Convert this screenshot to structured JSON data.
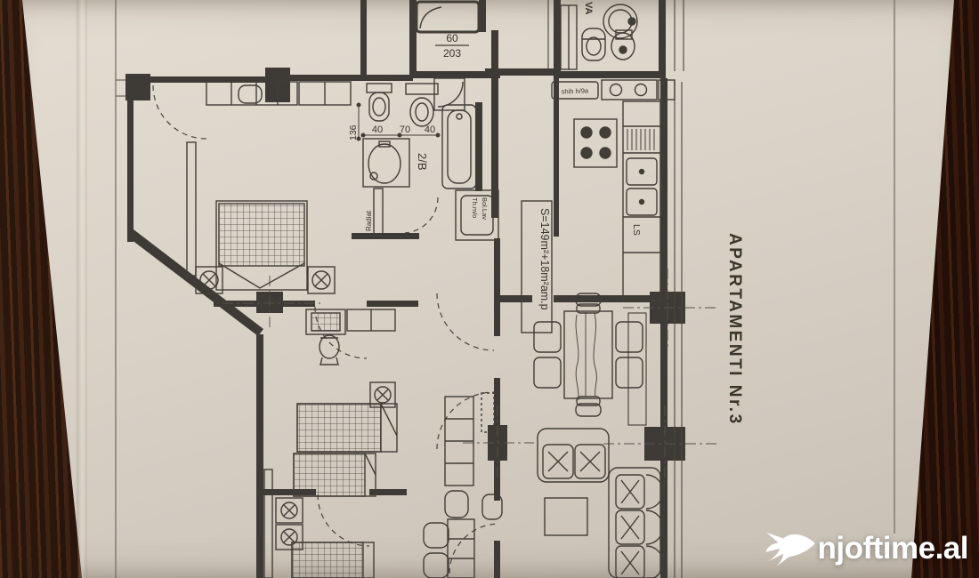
{
  "watermark": {
    "text": "njoftime.al",
    "logo": "swallow-bird-icon",
    "color": "#ffffff"
  },
  "plan": {
    "title": "APARTAMENTI Nr.3",
    "area_label": "S=149m²+18m²am.p",
    "room_labels": {
      "bathroom": "2/B",
      "wc_top": "VA",
      "note": "shih h/9a",
      "radiator": "Radiat",
      "boiler_line1": "Th.m/o",
      "boiler_line2": "Bol.Lav",
      "kitchen_unit": "LS"
    },
    "dimensions": {
      "entry_door_width": "60",
      "entry_door_height": "203",
      "bath_seg1": "40",
      "bath_seg2": "70",
      "bath_seg3": "40",
      "bath_depth": "136"
    },
    "colors": {
      "paper": "#d8d1c6",
      "ink": "#3e3a35",
      "wood": "#2f1a0f"
    }
  }
}
